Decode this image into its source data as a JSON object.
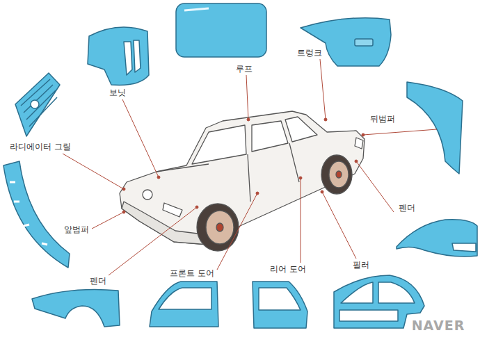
{
  "diagram": {
    "labels": [
      "보닛",
      "루프",
      "트렁크",
      "뒤범퍼",
      "라디에이터 그릴",
      "앞범퍼",
      "펜더",
      "펜더",
      "프론트 도어",
      "리어 도어",
      "필러",
      "NAVER"
    ]
  }
}
